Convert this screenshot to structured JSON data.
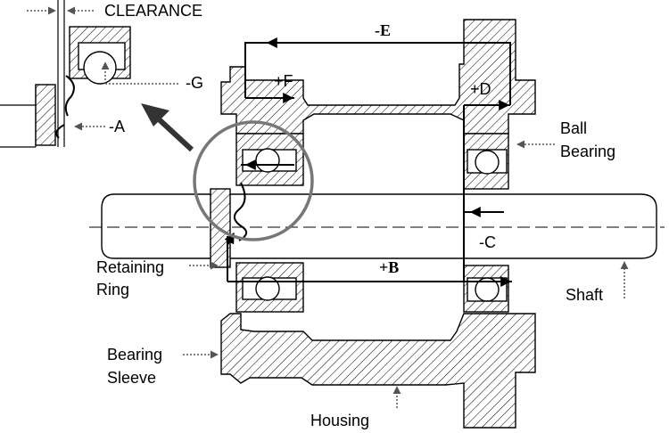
{
  "labels": {
    "clearance": "CLEARANCE",
    "g": "-G",
    "a": "-A",
    "e": "-E",
    "f": "+F",
    "d": "+D",
    "ball_bearing_1": "Ball",
    "ball_bearing_2": "Bearing",
    "c": "-C",
    "b": "+B",
    "retaining_ring_1": "Retaining",
    "retaining_ring_2": "Ring",
    "shaft": "Shaft",
    "bearing_sleeve_1": "Bearing",
    "bearing_sleeve_2": "Sleeve",
    "housing": "Housing"
  }
}
